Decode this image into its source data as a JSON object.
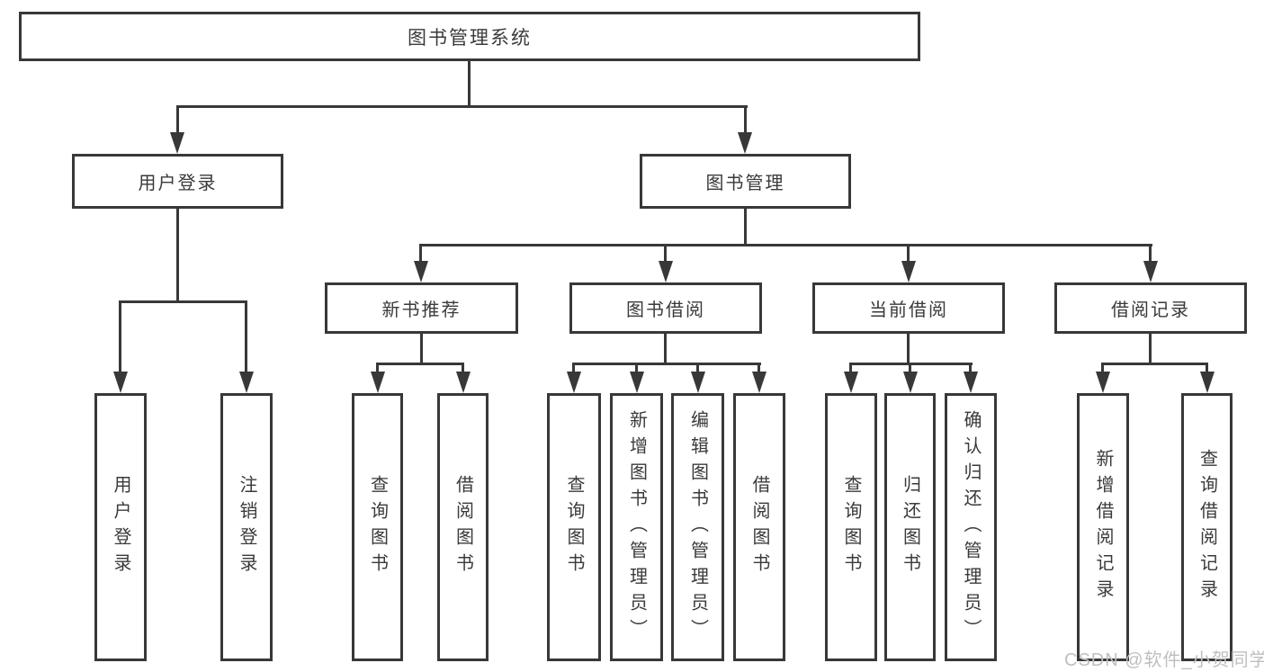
{
  "diagram": {
    "type": "hierarchy-diagram",
    "colors": {
      "line": "#383838",
      "box_border": "#383838",
      "text": "#3a3a3a",
      "box_background": "#ffffff",
      "page_background": "#ffffff",
      "watermark": "#bfbfbf"
    },
    "root": {
      "label": "图书管理系统"
    },
    "level2": [
      {
        "label": "用户登录"
      },
      {
        "label": "图书管理"
      }
    ],
    "level3": [
      {
        "label": "新书推荐"
      },
      {
        "label": "图书借阅"
      },
      {
        "label": "当前借阅"
      },
      {
        "label": "借阅记录"
      }
    ],
    "leaves": {
      "user_login": [
        {
          "label": "用户登录"
        },
        {
          "label": "注销登录"
        }
      ],
      "new_book": [
        {
          "label": "查询图书"
        },
        {
          "label": "借阅图书"
        }
      ],
      "book_borrow": [
        {
          "label": "查询图书"
        },
        {
          "label": "新增图书（管理员）"
        },
        {
          "label": "编辑图书（管理员）"
        },
        {
          "label": "借阅图书"
        }
      ],
      "current_borrow": [
        {
          "label": "查询图书"
        },
        {
          "label": "归还图书"
        },
        {
          "label": "确认归还（管理员）"
        }
      ],
      "borrow_records": [
        {
          "label": "新增借阅记录"
        },
        {
          "label": "查询借阅记录"
        }
      ]
    },
    "watermark": "CSDN @软件_小贺同学"
  }
}
